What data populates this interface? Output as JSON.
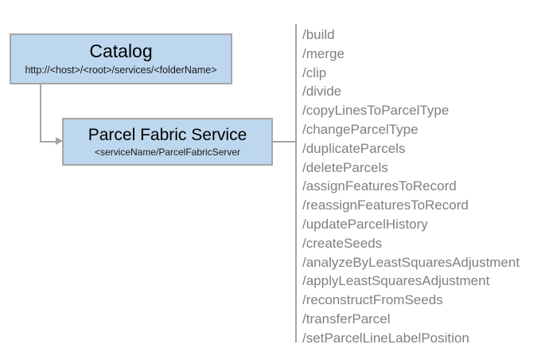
{
  "diagram": {
    "nodes": [
      {
        "name": "catalog",
        "title": "Catalog",
        "subtitle": "http://<host>/<root>/services/<folderName>"
      },
      {
        "name": "parcel-fabric-service",
        "title": "Parcel Fabric Service",
        "subtitle": "<serviceName/ParcelFabricServer"
      }
    ],
    "operations": [
      "/build",
      "/merge",
      "/clip",
      "/divide",
      "/copyLinesToParcelType",
      "/changeParcelType",
      "/duplicateParcels",
      "/deleteParcels",
      "/assignFeaturesToRecord",
      "/reassignFeaturesToRecord",
      "/updateParcelHistory",
      "/createSeeds",
      "/analyzeByLeastSquaresAdjustment",
      "/applyLeastSquaresAdjustment",
      "/reconstructFromSeeds",
      "/transferParcel",
      "/setParcelLineLabelPosition"
    ],
    "colors": {
      "node_fill": "#bdd7ee",
      "node_border": "#a6a6a6",
      "connector": "#a6a6a6",
      "operation_text": "#808080",
      "title_text": "#000000",
      "background": "#ffffff"
    }
  }
}
